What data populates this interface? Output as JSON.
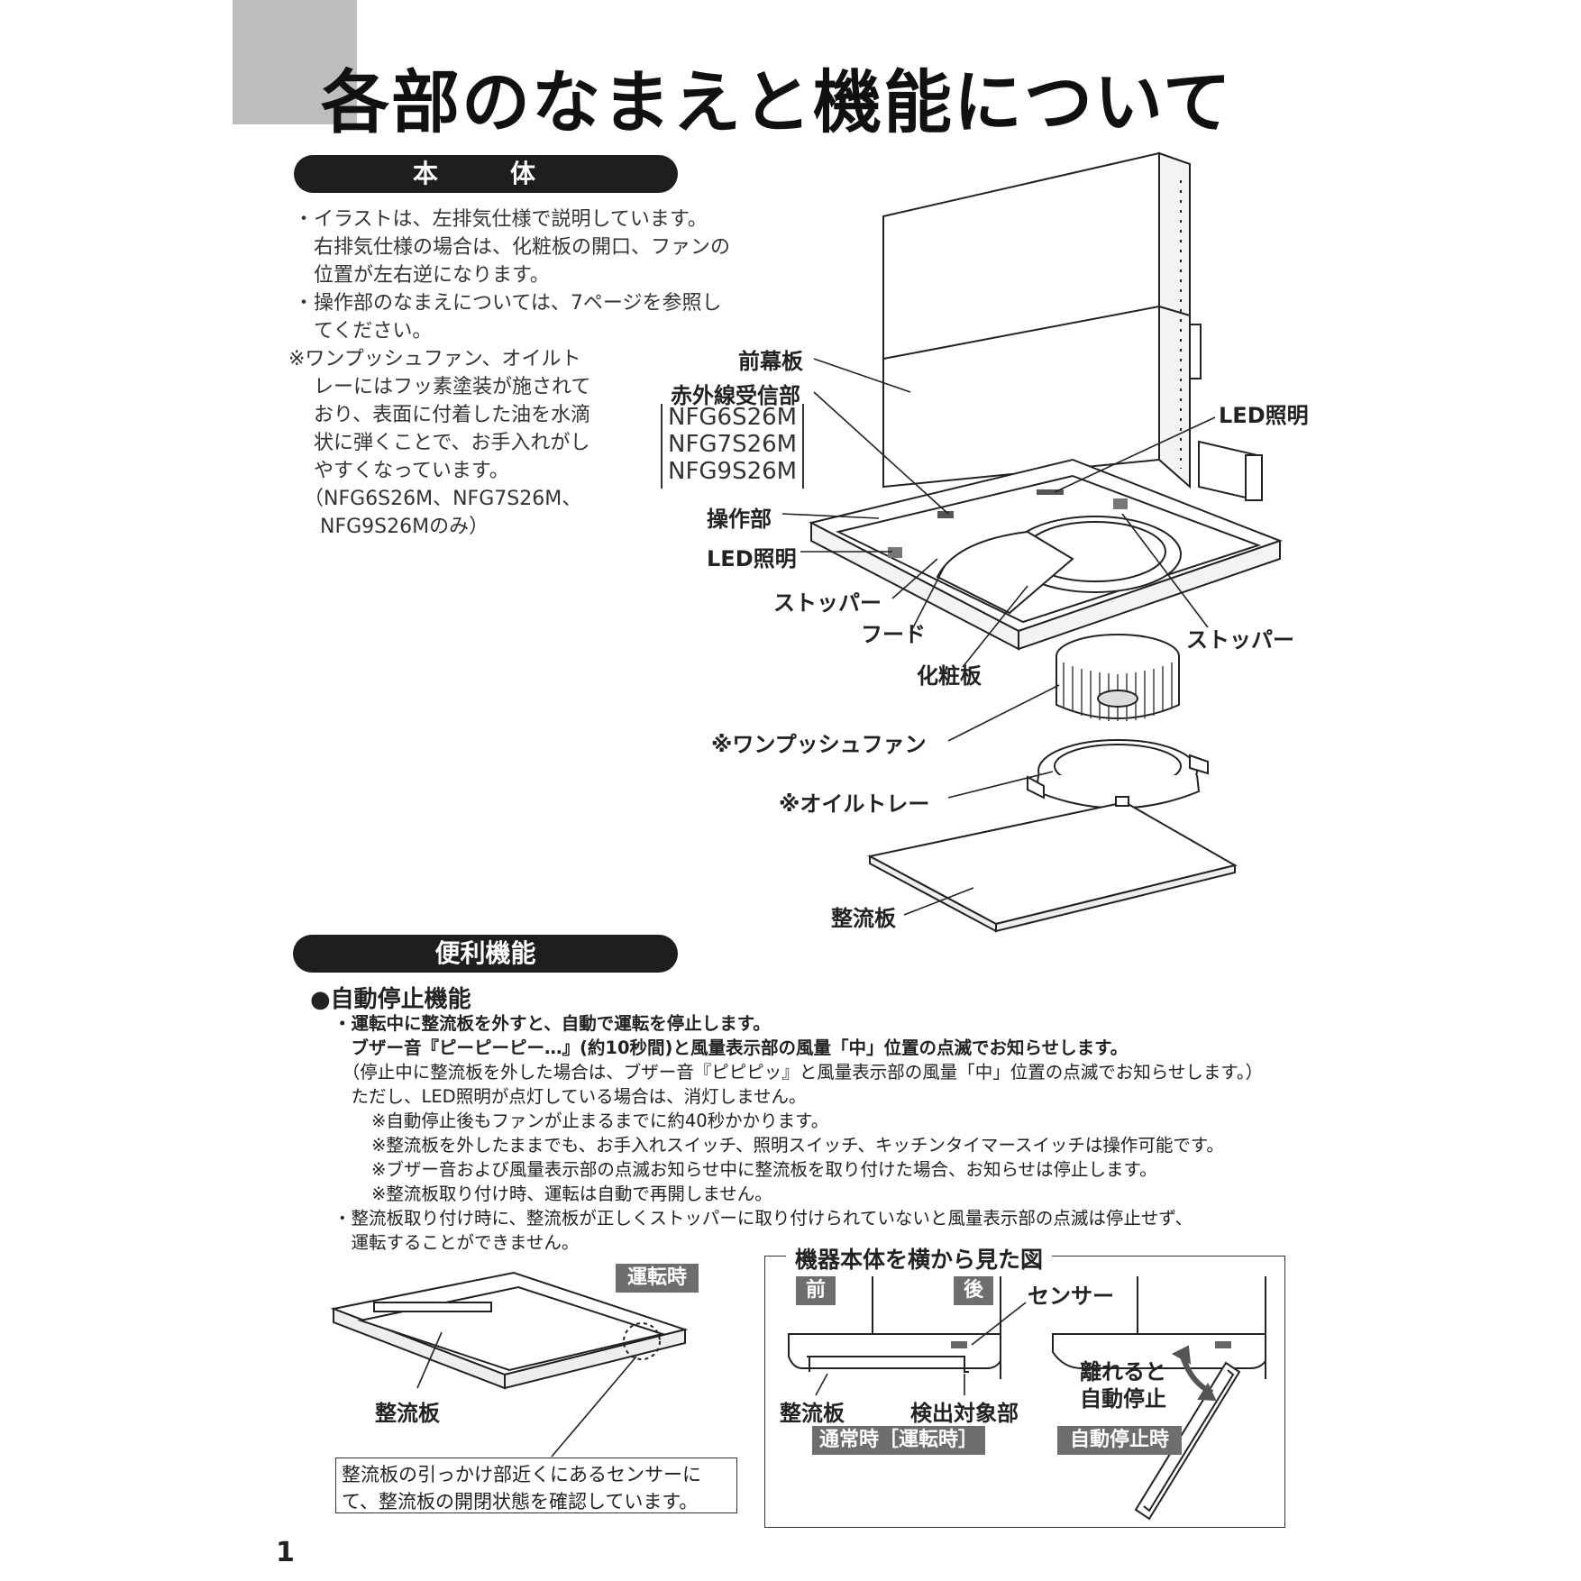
{
  "title": "各部のなまえと機能について",
  "sections": {
    "body": "本　体",
    "features": "便利機能"
  },
  "body_notes": [
    "・イラストは、左排気仕様で説明しています。",
    "　右排気仕様の場合は、化粧板の開口、ファンの",
    "　位置が左右逆になります。",
    "・操作部のなまえについては、7ページを参照し",
    "　てください。",
    "※ワンプッシュファン、オイルト",
    "　レーにはフッ素塗装が施されて",
    "　おり、表面に付着した油を水滴",
    "　状に弾くことで、お手入れがし",
    "　やすくなっています。",
    "　（NFG6S26M、NFG7S26M、",
    "　 NFG9S26Mのみ）"
  ],
  "labels": {
    "front_panel": "前幕板",
    "ir_receiver": "赤外線受信部",
    "models": [
      "NFG6S26M",
      "NFG7S26M",
      "NFG9S26M"
    ],
    "control": "操作部",
    "led_left": "LED照明",
    "led_right": "LED照明",
    "stopper_left": "ストッパー",
    "stopper_right": "ストッパー",
    "hood": "フード",
    "cover_panel": "化粧板",
    "fan": "※ワンプッシュファン",
    "oil_tray": "※オイルトレー",
    "rectifier": "整流板"
  },
  "auto_stop": {
    "heading": "●自動停止機能",
    "lines": [
      "・運転中に整流板を外すと、自動で運転を停止します。",
      "　ブザー音『ピーピーピー…』(約10秒間)と風量表示部の風量「中」位置の点滅でお知らせします。",
      "　（停止中に整流板を外した場合は、ブザー音『ピピピッ』と風量表示部の風量「中」位置の点滅でお知らせします。）",
      "　ただし、LED照明が点灯している場合は、消灯しません。",
      "※自動停止後もファンが止まるまでに約40秒かかります。",
      "※整流板を外したままでも、お手入れスイッチ、照明スイッチ、キッチンタイマースイッチは操作可能です。",
      "※ブザー音および風量表示部の点滅お知らせ中に整流板を取り付けた場合、お知らせは停止します。",
      "※整流板取り付け時、運転は自動で再開しません。",
      "・整流板取り付け時に、整流板が正しくストッパーに取り付けられていないと風量表示部の点滅は停止せず、",
      "　運転することができません。"
    ]
  },
  "figure_left": {
    "tag": "運転時",
    "label": "整流板",
    "note": [
      "整流板の引っかけ部近くにあるセンサーに",
      "て、整流板の開閉状態を確認しています。"
    ]
  },
  "figure_side": {
    "title": "機器本体を横から見た図",
    "front": "前",
    "back": "後",
    "sensor": "センサー",
    "rectifier": "整流板",
    "detect": "検出対象部",
    "normal": "通常時［運転時］",
    "separate": "離れると",
    "auto_stop": "自動停止",
    "auto_stop_state": "自動停止時"
  },
  "page_number": "1"
}
